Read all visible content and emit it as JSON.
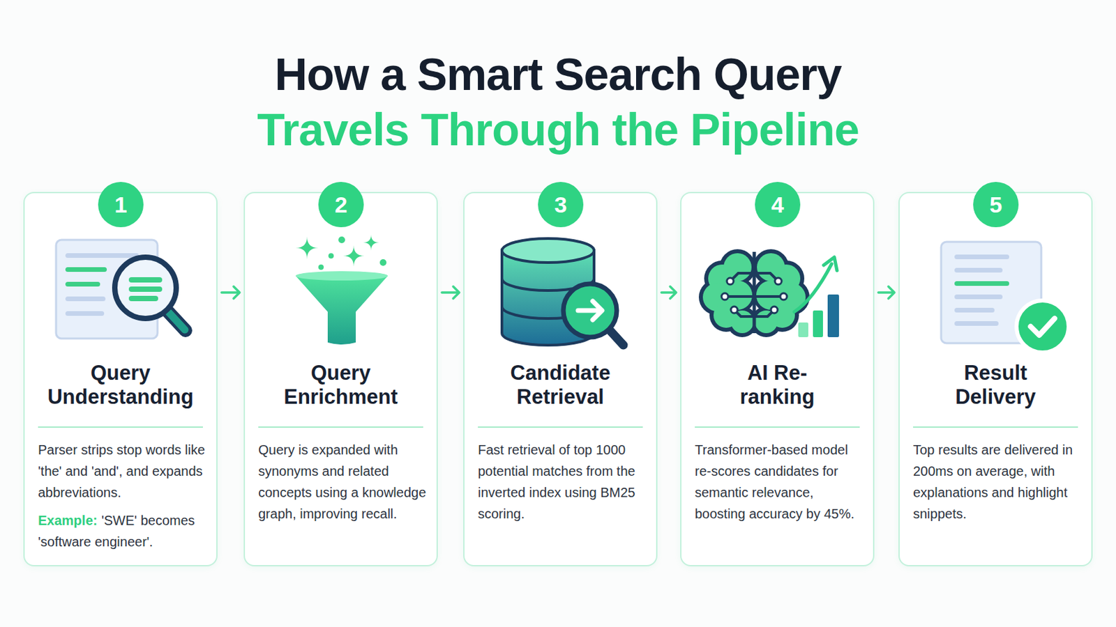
{
  "diagram": {
    "title": "How a Smart Search Query Travels Through the Pipeline",
    "nodes": [
      {
        "text": [
          "Query Understanding",
          "Parser strips stop words like 'the' and 'and', and expands abbreviations.",
          "Example:",
          "'SWE' becomes 'software engineer'."
        ]
      },
      {
        "text": [
          "1"
        ],
        "in": 0
      },
      {
        "text": [
          "Query Enrichment",
          "Query is expanded with synonyms and related concepts using a knowledge graph, improving recall."
        ]
      },
      {
        "text": [
          "2"
        ],
        "in": 2
      },
      {
        "text": [
          "Candidate Retrieval",
          "Fast retrieval of top 1000 potential matches from the inverted index using BM25 scoring."
        ]
      },
      {
        "text": [
          "3"
        ],
        "in": 4
      },
      {
        "text": [
          "AI Re-ranking",
          "Transformer-based model re-scores candidates for semantic relevance, boosting accuracy by 45%."
        ]
      },
      {
        "text": [
          "4"
        ],
        "in": 6
      },
      {
        "text": [
          "Result Delivery",
          "Top results are delivered in 200ms on average, with explanations and highlight snippets."
        ]
      },
      {
        "text": [
          "5"
        ],
        "in": 8
      }
    ],
    "edges": [
      {
        "from": 0,
        "to": 2,
        "arrow": "to"
      },
      {
        "from": 2,
        "to": 4,
        "arrow": "to"
      },
      {
        "from": 4,
        "to": 6,
        "arrow": "to"
      },
      {
        "from": 6,
        "to": 8,
        "arrow": "to"
      }
    ]
  }
}
